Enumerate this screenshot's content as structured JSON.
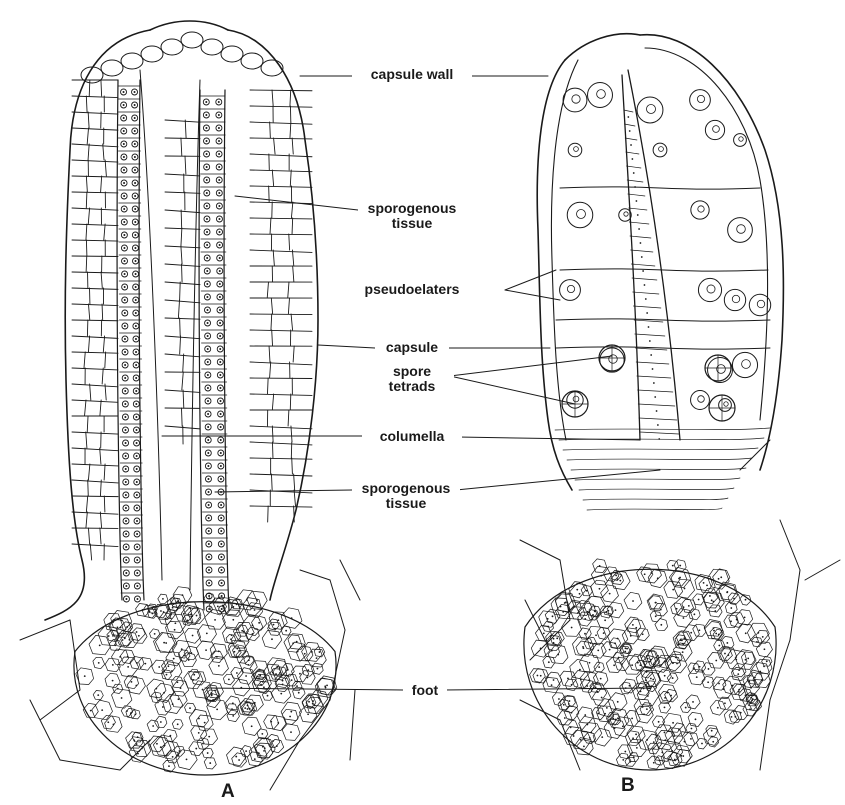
{
  "labels": {
    "capsule_wall": "capsule wall",
    "sporogenous_tissue_1": "sporogenous\ntissue",
    "pseudoelaters": "pseudoelaters",
    "capsule": "capsule",
    "spore_tetrads": "spore\ntetrads",
    "columella": "columella",
    "sporogenous_tissue_2": "sporogenous\ntissue",
    "foot": "foot"
  },
  "figures": {
    "a": "A",
    "b": "B"
  },
  "colors": {
    "ink": "#1a1a1a",
    "paper": "#ffffff"
  }
}
